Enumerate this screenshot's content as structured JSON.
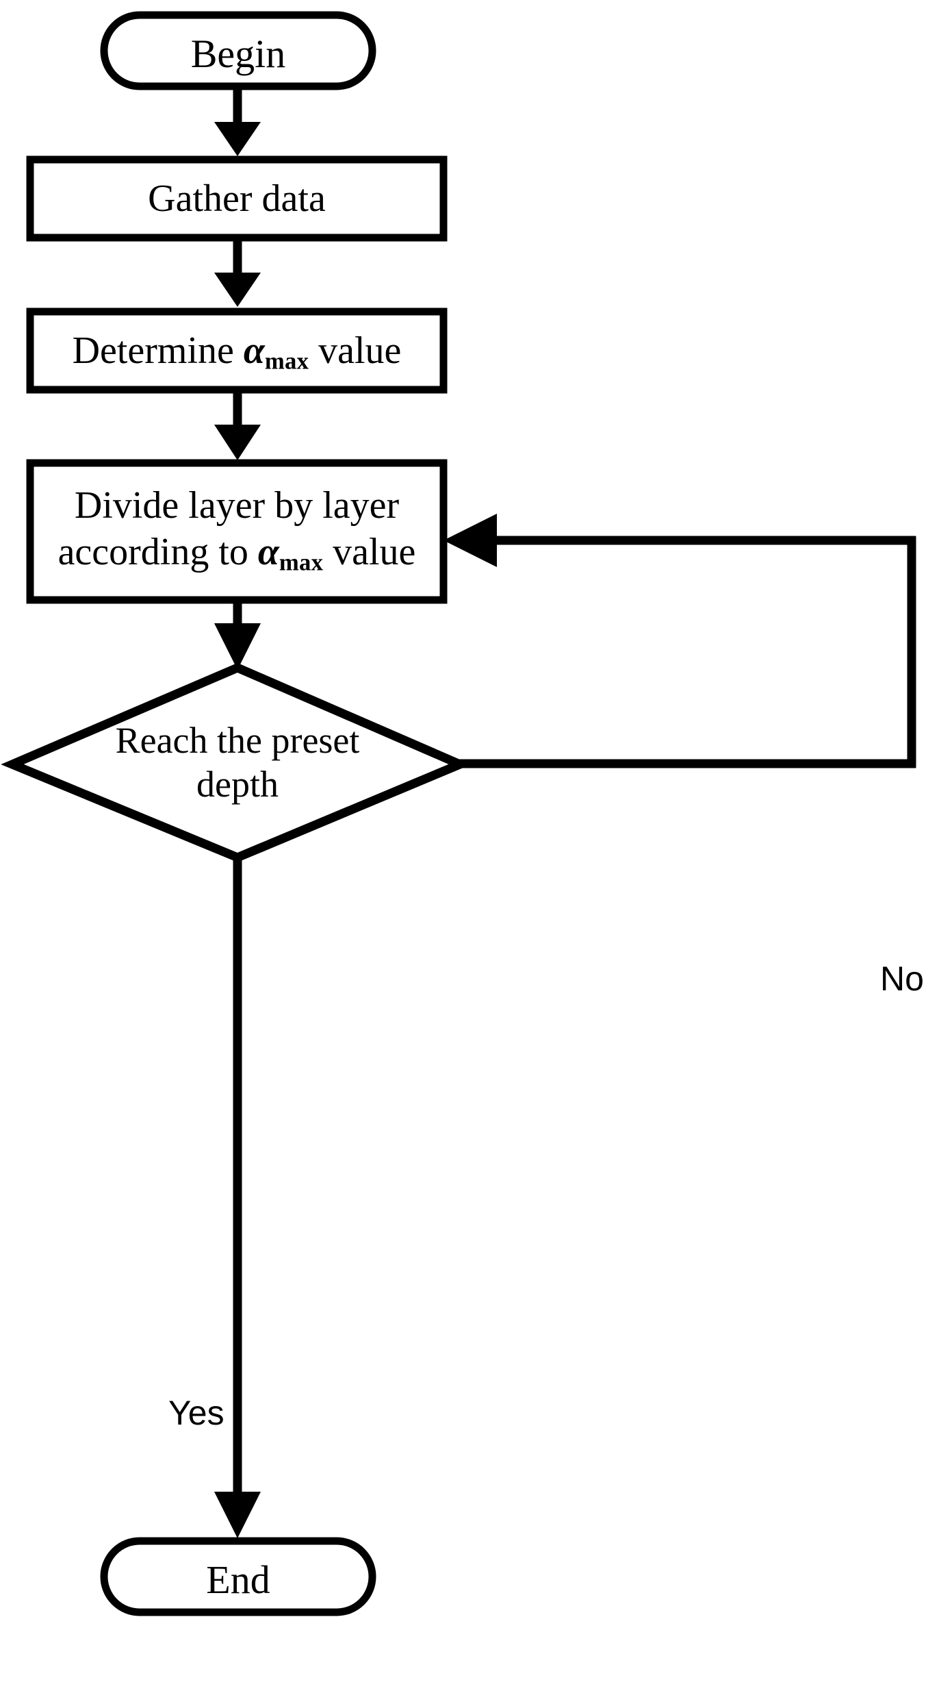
{
  "diagram": {
    "type": "flowchart",
    "orientation": "top-to-bottom",
    "stroke_color": "#000000",
    "fill_color": "#ffffff",
    "background": "#ffffff"
  },
  "nodes": [
    {
      "id": "begin",
      "shape": "terminal",
      "label": "Begin"
    },
    {
      "id": "gather",
      "shape": "process",
      "label": "Gather data"
    },
    {
      "id": "determine",
      "shape": "process",
      "label_prefix": "Determine ",
      "symbol": "α",
      "symbol_subscript": "max",
      "label_suffix": " value",
      "label_plain": "Determine αmax value"
    },
    {
      "id": "divide",
      "shape": "process",
      "line1": "Divide layer by layer",
      "line2_prefix": "according to ",
      "symbol": "α",
      "symbol_subscript": "max",
      "line2_suffix": " value",
      "label_plain": "Divide layer by layer according to αmax value"
    },
    {
      "id": "decision",
      "shape": "diamond",
      "line1": "Reach the preset",
      "line2": "depth",
      "label_plain": "Reach the preset depth"
    },
    {
      "id": "end",
      "shape": "terminal",
      "label": "End"
    }
  ],
  "edges": [
    {
      "id": "e1",
      "from": "begin",
      "to": "gather",
      "label": ""
    },
    {
      "id": "e2",
      "from": "gather",
      "to": "determine",
      "label": ""
    },
    {
      "id": "e3",
      "from": "determine",
      "to": "divide",
      "label": ""
    },
    {
      "id": "e4",
      "from": "divide",
      "to": "decision",
      "label": ""
    },
    {
      "id": "e5",
      "from": "decision",
      "to": "divide",
      "label": "No",
      "routing": "right-loop-up"
    },
    {
      "id": "e6",
      "from": "decision",
      "to": "end",
      "label": "Yes",
      "routing": "down"
    }
  ],
  "labels": {
    "no": "No",
    "yes": "Yes"
  }
}
